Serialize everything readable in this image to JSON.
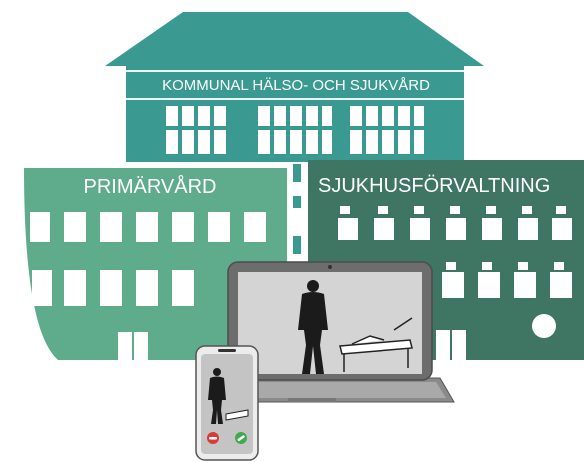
{
  "buildings": {
    "top": {
      "label": "KOMMUNAL HÄLSO- OCH SJUKVÅRD",
      "color": "#3a9a92",
      "roof_color": "#3a9a92"
    },
    "left": {
      "label": "PRIMÄRVÅRD",
      "color": "#5fac8c"
    },
    "right": {
      "label": "SJUKHUSFÖRVALTNING",
      "color": "#3f7563"
    }
  },
  "devices": {
    "laptop": {
      "screen_content": "person-standing-by-hospital-bed"
    },
    "phone": {
      "screen_content": "incoming-video-call"
    }
  },
  "icons": [
    "decline-call-icon",
    "accept-call-icon"
  ]
}
